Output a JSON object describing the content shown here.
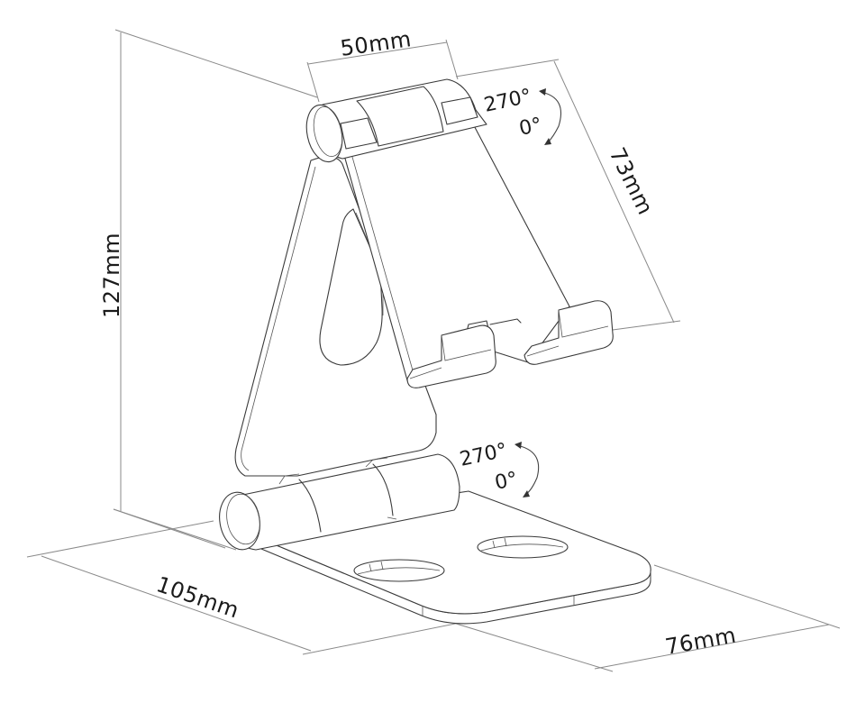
{
  "diagram": {
    "subject": "Adjustable foldable phone stand - dimension drawing",
    "line_color": "#3a3a3a",
    "dimension_line_color": "#8a8a8a",
    "background": "#ffffff"
  },
  "dimensions": {
    "width_top": "50mm",
    "holder_length": "73mm",
    "height": "127mm",
    "depth": "105mm",
    "base_width": "76mm"
  },
  "rotation_top": {
    "max": "270°",
    "min": "0°"
  },
  "rotation_bottom": {
    "max": "270°",
    "min": "0°"
  }
}
